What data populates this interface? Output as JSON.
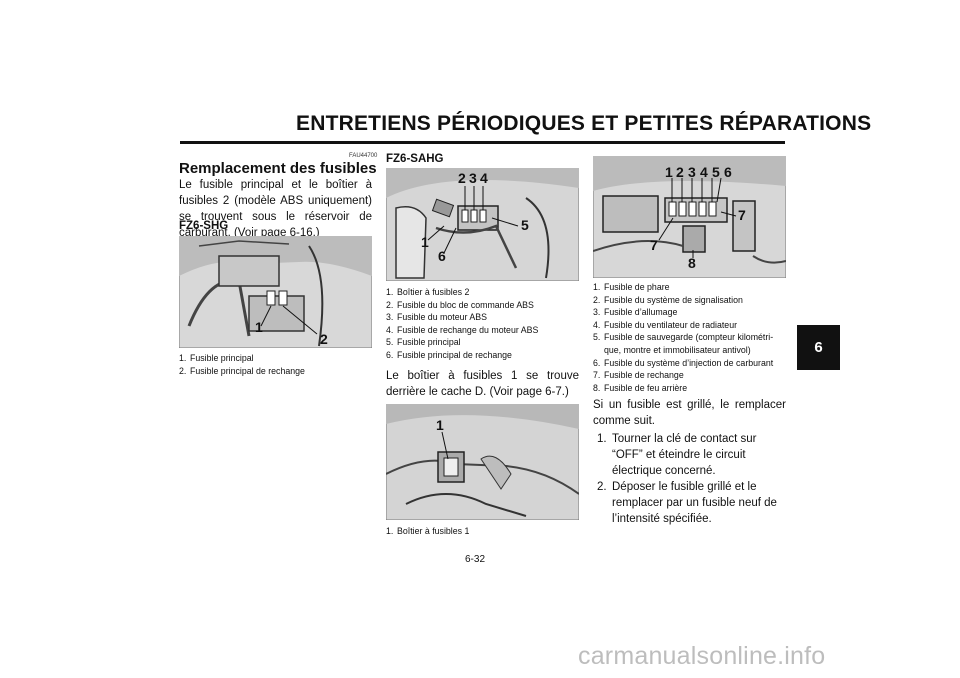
{
  "header": {
    "title": "ENTRETIENS PÉRIODIQUES ET PETITES RÉPARATIONS"
  },
  "section_tab": "6",
  "left": {
    "code": "FAU44700",
    "heading": "Remplacement des fusibles",
    "para": "Le fusible principal et le boîtier à fusibles 2 (modèle ABS uniquement) se trouvent sous le réservoir de carburant. (Voir page 6-16.)",
    "model": "FZ6-SHG",
    "figure_callouts": [
      "1",
      "2"
    ],
    "captions": [
      {
        "n": "1.",
        "t": "Fusible principal"
      },
      {
        "n": "2.",
        "t": "Fusible principal de rechange"
      }
    ]
  },
  "middle": {
    "model": "FZ6-SAHG",
    "figure_callouts": [
      "2",
      "3",
      "4",
      "1",
      "5",
      "6"
    ],
    "captions": [
      {
        "n": "1.",
        "t": "Boîtier à fusibles 2"
      },
      {
        "n": "2.",
        "t": "Fusible du bloc de commande ABS"
      },
      {
        "n": "3.",
        "t": "Fusible du moteur ABS"
      },
      {
        "n": "4.",
        "t": "Fusible de rechange du moteur ABS"
      },
      {
        "n": "5.",
        "t": "Fusible principal"
      },
      {
        "n": "6.",
        "t": "Fusible principal de rechange"
      }
    ],
    "para": "Le boîtier à fusibles 1 se trouve derrière le cache D. (Voir page 6-7.)",
    "figure2_callouts": [
      "1"
    ],
    "captions2": [
      {
        "n": "1.",
        "t": "Boîtier à fusibles 1"
      }
    ]
  },
  "right": {
    "figure_callouts": [
      "1",
      "2",
      "3",
      "4",
      "5",
      "6",
      "7",
      "7",
      "8"
    ],
    "captions": [
      {
        "n": "1.",
        "t": "Fusible de phare"
      },
      {
        "n": "2.",
        "t": "Fusible du système de signalisation"
      },
      {
        "n": "3.",
        "t": "Fusible d’allumage"
      },
      {
        "n": "4.",
        "t": "Fusible du ventilateur de radiateur"
      },
      {
        "n": "5.",
        "t": "Fusible de sauvegarde (compteur kilométri-"
      },
      {
        "n": "",
        "t": "que, montre et immobilisateur antivol)"
      },
      {
        "n": "6.",
        "t": "Fusible du système d’injection de carburant"
      },
      {
        "n": "7.",
        "t": "Fusible de rechange"
      },
      {
        "n": "8.",
        "t": "Fusible de feu arrière"
      }
    ],
    "para": "Si un fusible est grillé, le remplacer comme suit.",
    "steps": [
      {
        "n": "1.",
        "t": "Tourner la clé de contact sur “OFF” et éteindre le circuit électrique concerné."
      },
      {
        "n": "2.",
        "t": "Déposer le fusible grillé et le remplacer par un fusible neuf de l’intensité spécifiée."
      }
    ]
  },
  "page_number": "6-32",
  "watermark": "carmanualsonline.info"
}
